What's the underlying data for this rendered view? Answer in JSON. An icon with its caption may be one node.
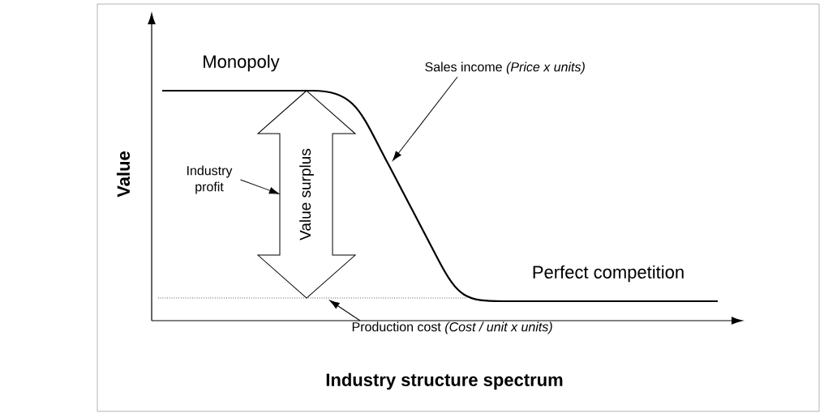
{
  "diagram": {
    "nodes": [
      {
        "text": [
          "Sales income *(Price x units)*"
        ]
      },
      {
        "text": [
          "Industry profit"
        ]
      },
      {
        "text": [
          "Value surplus"
        ]
      },
      {
        "text": [
          "Production cost *(Cost / unit x units)*"
        ]
      }
    ],
    "edges": [
      {
        "from": 0,
        "to": null,
        "arrow": "to"
      },
      {
        "from": 1,
        "to": 2,
        "arrow": "to"
      },
      {
        "from": 3,
        "to": null,
        "arrow": "to"
      }
    ],
    "labels": [
      "Monopoly",
      "Perfect competition",
      "Value",
      "Industry structure spectrum"
    ]
  }
}
